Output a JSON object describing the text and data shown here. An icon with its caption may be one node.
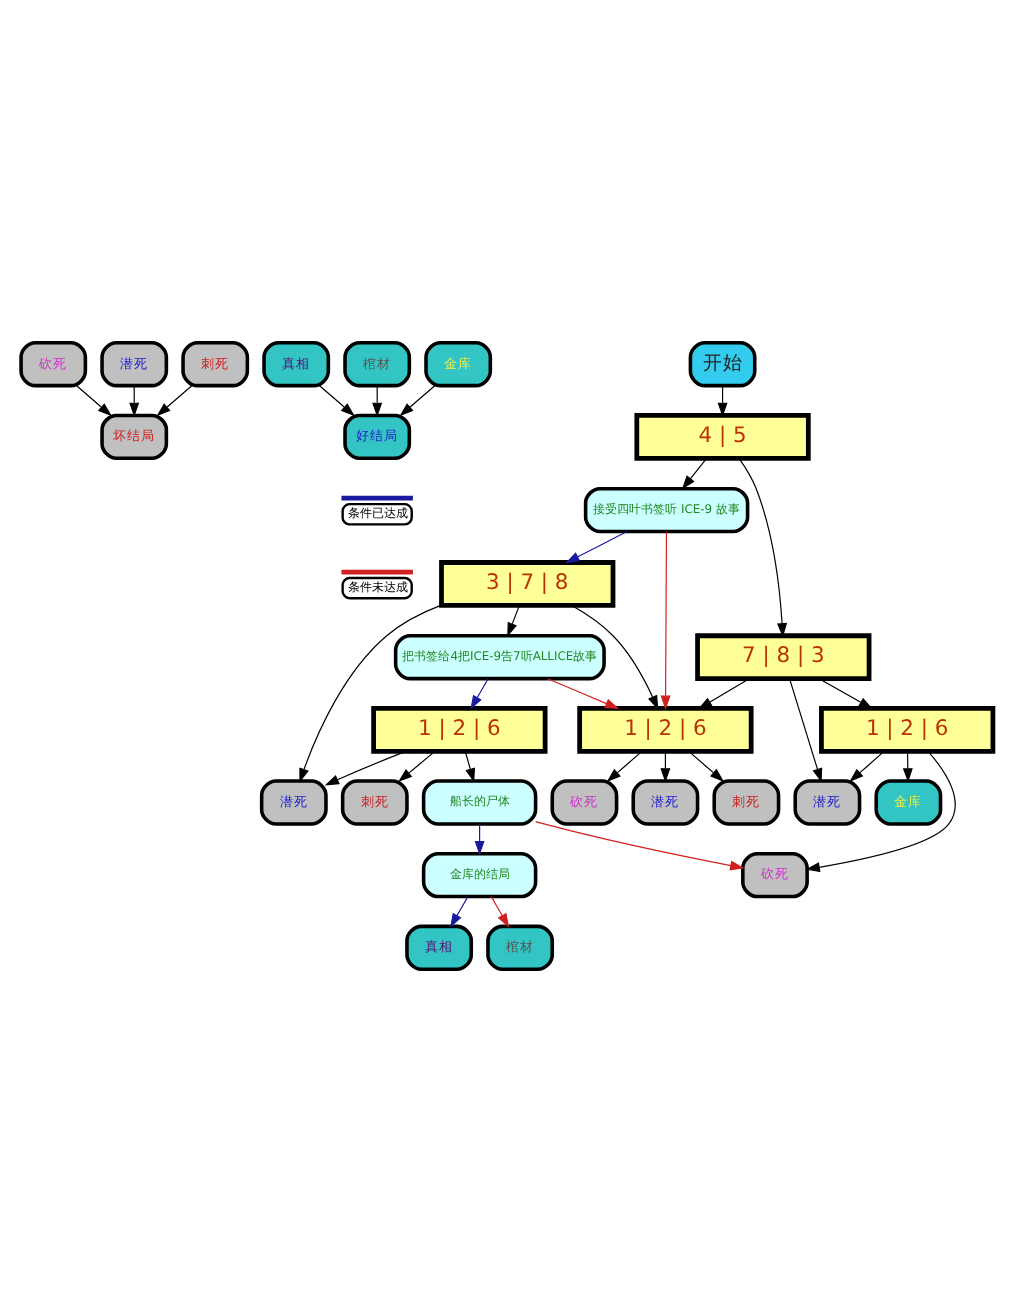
{
  "diagram": {
    "nodes": [
      {
        "text": [
          "坏结局"
        ]
      },
      {
        "text": [
          "砍死"
        ]
      },
      {
        "text": [
          "潜死"
        ]
      },
      {
        "text": [
          "刺死"
        ]
      },
      {
        "text": [
          "好结局"
        ]
      },
      {
        "text": [
          "真相"
        ]
      },
      {
        "text": [
          "棺材"
        ]
      },
      {
        "text": [
          "金库"
        ]
      },
      {
        "text": [
          "开始"
        ]
      },
      {
        "text": [
          "4 | 5"
        ]
      },
      {
        "text": [
          "接受四叶书签听 ICE-9 故事"
        ]
      },
      {
        "text": [
          "3 | 7 | 8"
        ]
      },
      {
        "text": [
          "7 | 8 | 3"
        ]
      },
      {
        "text": [
          "把书签给4把ICE-9告7听ALLICE故事"
        ]
      },
      {
        "text": [
          "1 | 2 | 6"
        ]
      },
      {
        "text": [
          "1 | 2 | 6"
        ]
      },
      {
        "text": [
          "1 | 2 | 6"
        ]
      },
      {
        "text": [
          "潜死"
        ]
      },
      {
        "text": [
          "刺死"
        ]
      },
      {
        "text": [
          "砍死"
        ]
      },
      {
        "text": [
          "潜死"
        ]
      },
      {
        "text": [
          "刺死"
        ]
      },
      {
        "text": [
          "砍死"
        ]
      },
      {
        "text": [
          "潜死"
        ]
      },
      {
        "text": [
          "船长的尸体"
        ]
      },
      {
        "text": [
          "金库的结局"
        ]
      },
      {
        "text": [
          "金库"
        ]
      },
      {
        "text": [
          "真相"
        ]
      },
      {
        "text": [
          "棺材"
        ]
      }
    ],
    "edges": [
      {
        "from": 1,
        "to": 0,
        "arrow": "to"
      },
      {
        "from": 2,
        "to": 0,
        "arrow": "to"
      },
      {
        "from": 3,
        "to": 0,
        "arrow": "to"
      },
      {
        "from": 5,
        "to": 4,
        "arrow": "to"
      },
      {
        "from": 6,
        "to": 4,
        "arrow": "to"
      },
      {
        "from": 7,
        "to": 4,
        "arrow": "to"
      },
      {
        "from": 8,
        "to": 9,
        "arrow": "to"
      },
      {
        "from": 9,
        "to": 10,
        "arrow": "to"
      },
      {
        "from": 9,
        "to": 12,
        "arrow": "to"
      },
      {
        "from": 10,
        "to": 11,
        "arrow": "to",
        "color": "#1a1aa0"
      },
      {
        "from": 10,
        "to": 15,
        "arrow": "to",
        "color": "#d02020"
      },
      {
        "from": 11,
        "to": 15,
        "arrow": "to"
      },
      {
        "from": 12,
        "to": 15,
        "arrow": "to"
      },
      {
        "from": 11,
        "to": 13,
        "arrow": "to"
      },
      {
        "from": 11,
        "to": 17,
        "arrow": "to"
      },
      {
        "from": 12,
        "to": 16,
        "arrow": "to"
      },
      {
        "from": 12,
        "to": 23,
        "arrow": "to"
      },
      {
        "from": 13,
        "to": 14,
        "arrow": "to",
        "color": "#1a1aa0"
      },
      {
        "from": 13,
        "to": 15,
        "arrow": "to",
        "color": "#d02020"
      },
      {
        "from": 14,
        "to": 17,
        "arrow": "to"
      },
      {
        "from": 14,
        "to": 18,
        "arrow": "to"
      },
      {
        "from": 14,
        "to": 24,
        "arrow": "to"
      },
      {
        "from": 15,
        "to": 19,
        "arrow": "to"
      },
      {
        "from": 15,
        "to": 20,
        "arrow": "to"
      },
      {
        "from": 15,
        "to": 21,
        "arrow": "to"
      },
      {
        "from": 16,
        "to": 22,
        "arrow": "to"
      },
      {
        "from": 16,
        "to": 23,
        "arrow": "to"
      },
      {
        "from": 16,
        "to": 26,
        "arrow": "to"
      },
      {
        "from": 24,
        "to": 22,
        "arrow": "to",
        "color": "#d02020"
      },
      {
        "from": 24,
        "to": 25,
        "arrow": "to",
        "color": "#1a1aa0"
      },
      {
        "from": 25,
        "to": 27,
        "arrow": "to",
        "color": "#1a1aa0"
      },
      {
        "from": 25,
        "to": 28,
        "arrow": "to",
        "color": "#d02020"
      }
    ],
    "legend": [
      {
        "text": "条件已达成"
      },
      {
        "text": "条件未达成"
      }
    ]
  }
}
